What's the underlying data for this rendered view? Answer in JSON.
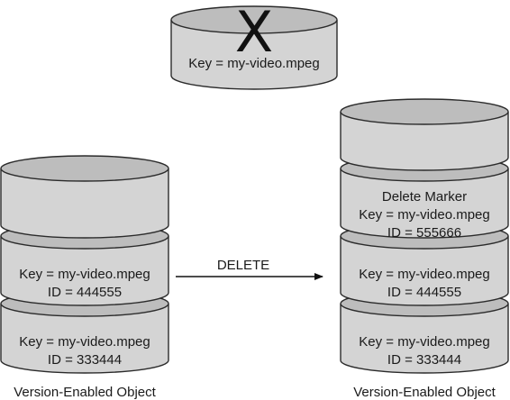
{
  "top_object": {
    "mark": "X",
    "lines": [
      "Key = my-video.mpeg"
    ]
  },
  "left_stack": {
    "layers": [
      {
        "lines": []
      },
      {
        "lines": [
          "Key = my-video.mpeg",
          "ID = 444555"
        ]
      },
      {
        "lines": [
          "Key = my-video.mpeg",
          "ID = 333444"
        ]
      }
    ],
    "caption": "Version-Enabled Object"
  },
  "arrow": {
    "label": "DELETE"
  },
  "right_stack": {
    "layers": [
      {
        "lines": []
      },
      {
        "lines": [
          "Delete Marker",
          "Key = my-video.mpeg",
          "ID = 555666"
        ]
      },
      {
        "lines": [
          "Key = my-video.mpeg",
          "ID = 444555"
        ]
      },
      {
        "lines": [
          "Key = my-video.mpeg",
          "ID = 333444"
        ]
      }
    ],
    "caption": "Version-Enabled Object"
  },
  "colors": {
    "side": "#d4d4d4",
    "top": "#bdbdbd",
    "stroke": "#2b2b2b"
  }
}
